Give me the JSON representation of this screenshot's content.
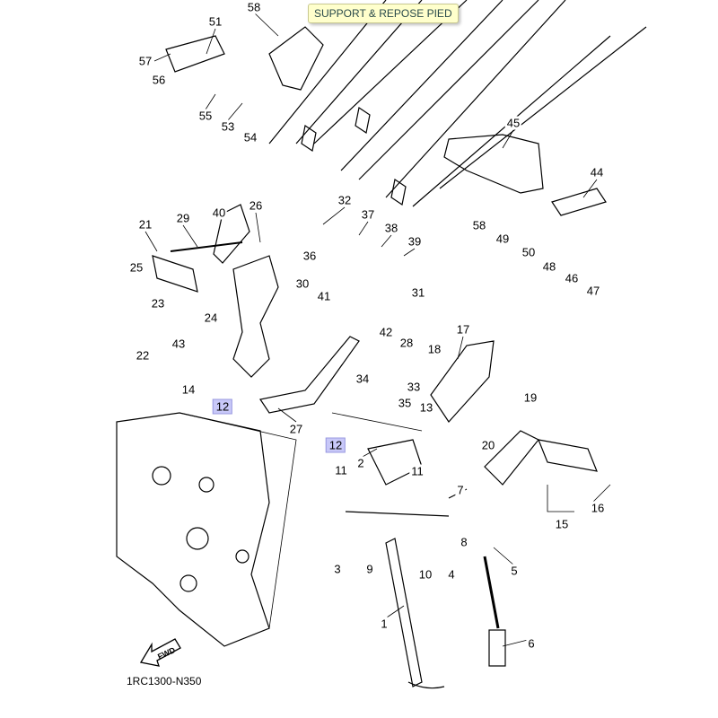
{
  "tooltip": "SUPPORT & REPOSE PIED",
  "diagram_code": "1RC1300-N350",
  "fwd_label": "FWD",
  "highlight_color": "#c8c8f8",
  "parts": {
    "p51": "51",
    "p58a": "58",
    "p57": "57",
    "p56": "56",
    "p55": "55",
    "p53": "53",
    "p54": "54",
    "p45": "45",
    "p44": "44",
    "p58b": "58",
    "p49": "49",
    "p50": "50",
    "p48": "48",
    "p46": "46",
    "p47": "47",
    "p40": "40",
    "p26": "26",
    "p32": "32",
    "p37": "37",
    "p38": "38",
    "p39": "39",
    "p29": "29",
    "p21": "21",
    "p36": "36",
    "p25": "25",
    "p30": "30",
    "p41": "41",
    "p31": "31",
    "p23": "23",
    "p24": "24",
    "p22": "22",
    "p43": "43",
    "p17": "17",
    "p42": "42",
    "p28": "28",
    "p18": "18",
    "p14": "14",
    "p12a": "12",
    "p34": "34",
    "p33": "33",
    "p35": "35",
    "p13": "13",
    "p19": "19",
    "p27": "27",
    "p12b": "12",
    "p20": "20",
    "p2": "2",
    "p11a": "11",
    "p11b": "11",
    "p7": "7",
    "p16": "16",
    "p15": "15",
    "p8": "8",
    "p3": "3",
    "p9": "9",
    "p10": "10",
    "p4": "4",
    "p5": "5",
    "p1": "1",
    "p6": "6"
  }
}
